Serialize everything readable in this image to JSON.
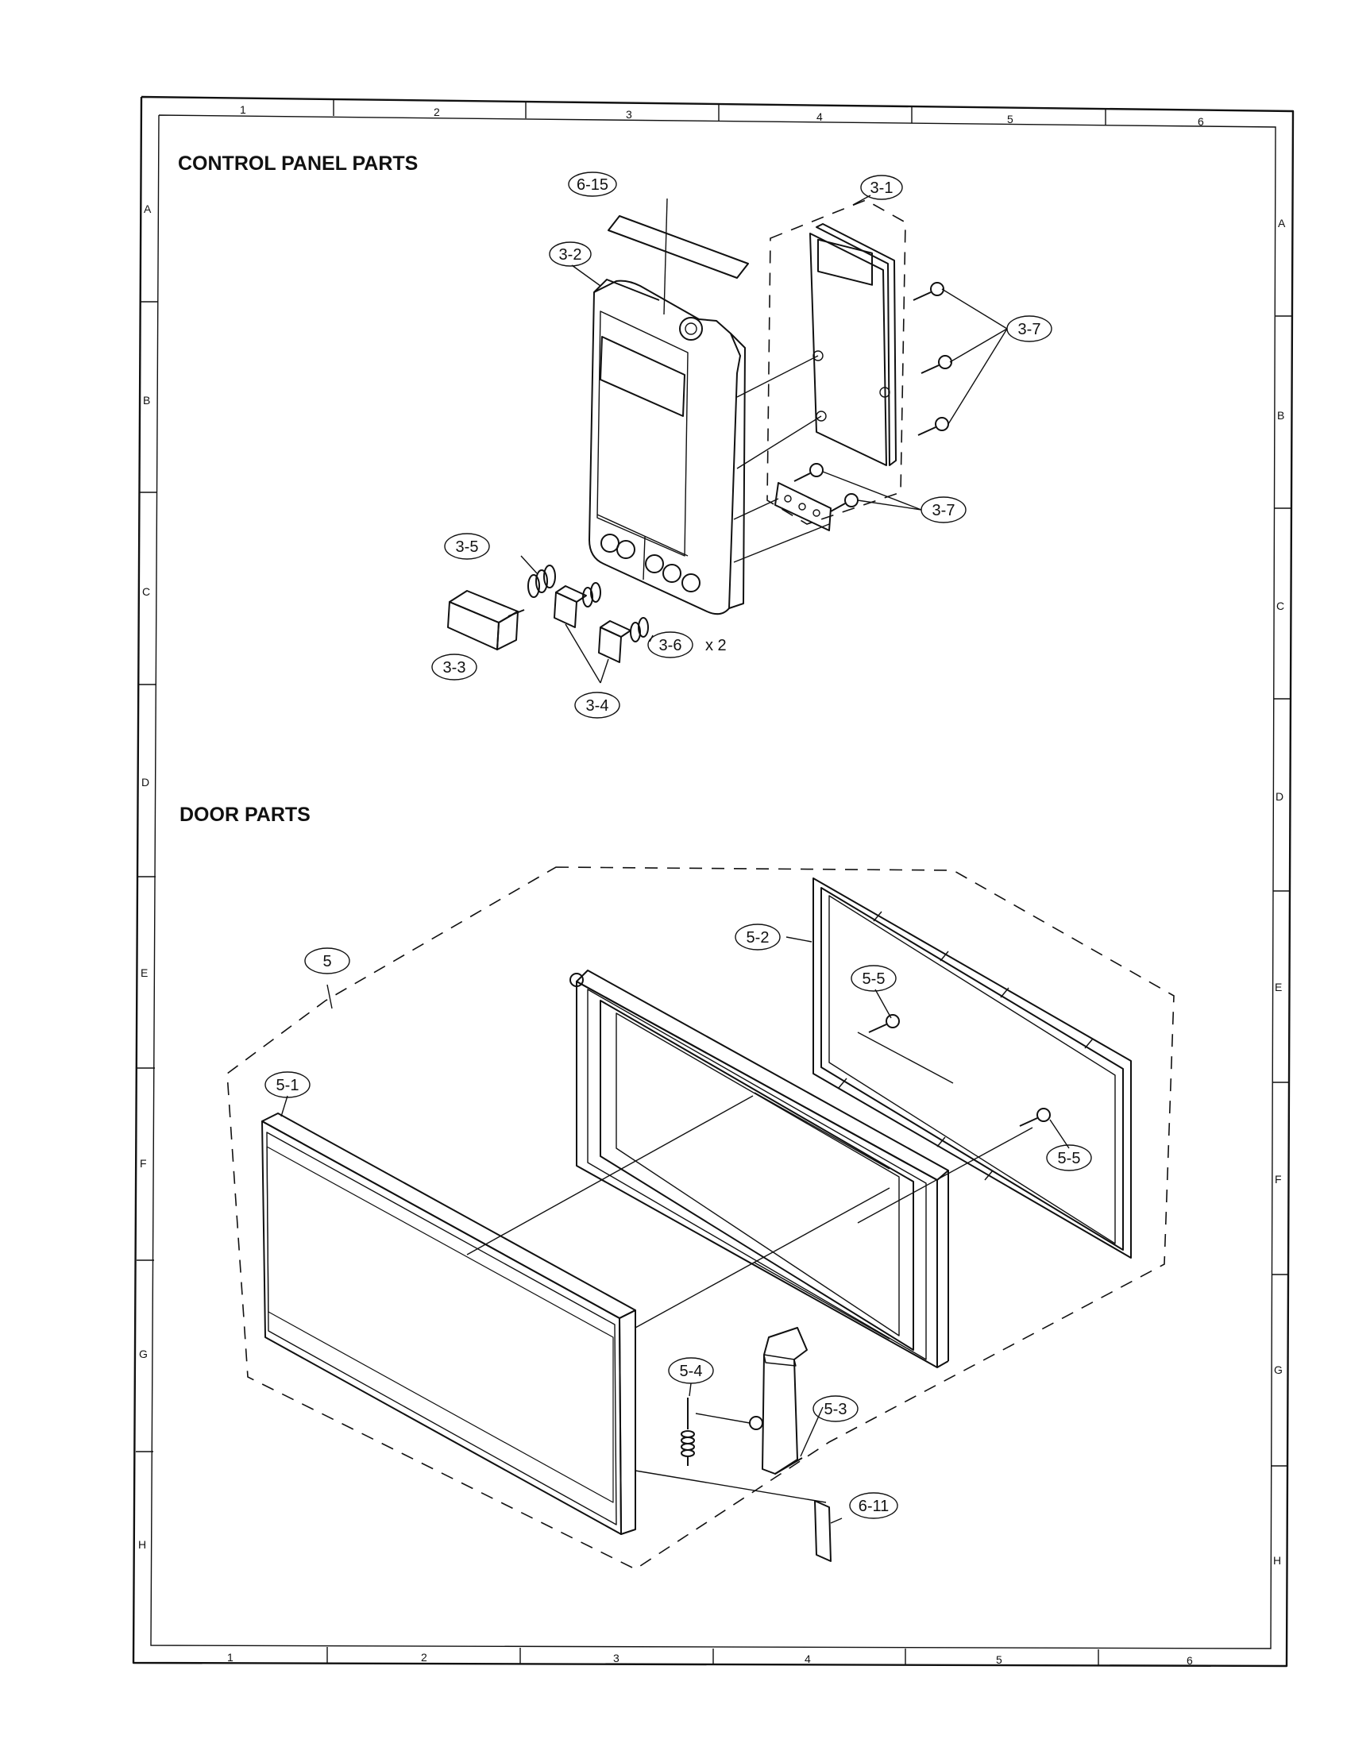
{
  "sections": {
    "control_panel_title": "CONTROL PANEL PARTS",
    "door_title": "DOOR PARTS"
  },
  "grid": {
    "columns": [
      "1",
      "2",
      "3",
      "4",
      "5",
      "6"
    ],
    "rows": [
      "A",
      "B",
      "C",
      "D",
      "E",
      "F",
      "G",
      "H"
    ]
  },
  "callouts": {
    "p6_15": "6-15",
    "p3_1": "3-1",
    "p3_2": "3-2",
    "p3_7a": "3-7",
    "p3_7b": "3-7",
    "p3_5": "3-5",
    "p3_3": "3-3",
    "p3_6": "3-6",
    "p3_6_qty": "x 2",
    "p3_4": "3-4",
    "p5": "5",
    "p5_2": "5-2",
    "p5_5a": "5-5",
    "p5_5b": "5-5",
    "p5_1": "5-1",
    "p5_4": "5-4",
    "p5_3": "5-3",
    "p6_11": "6-11"
  }
}
